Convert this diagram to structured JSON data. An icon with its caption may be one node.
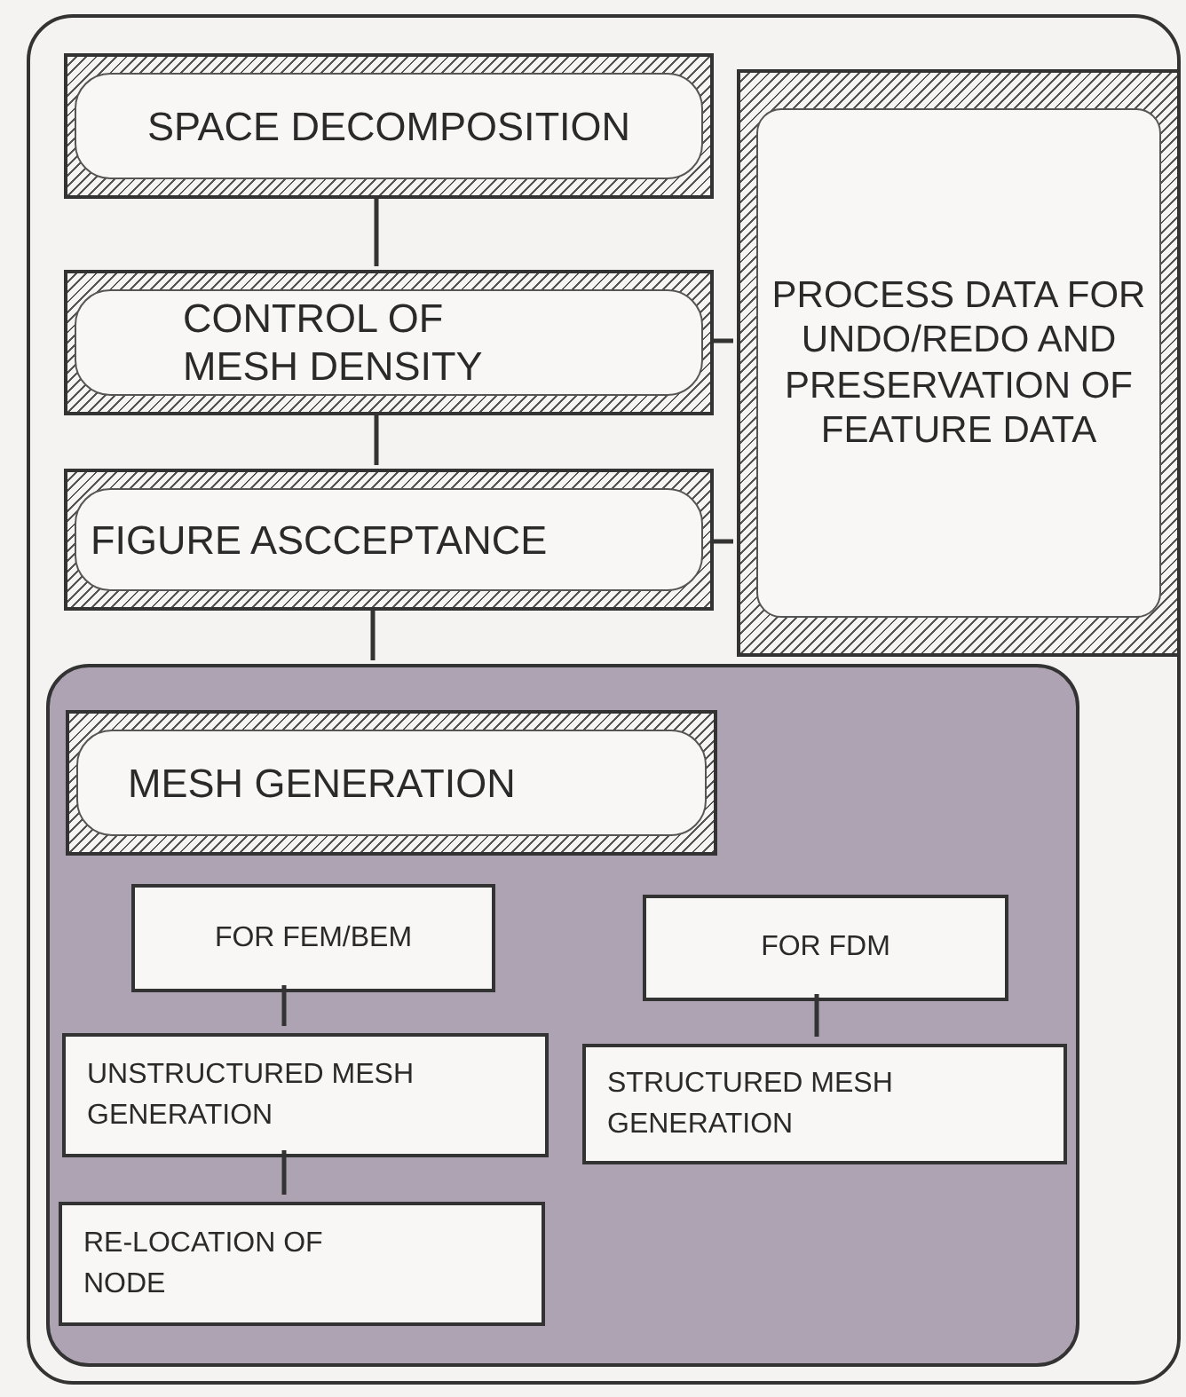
{
  "diagram": {
    "nodes": [
      {
        "text": [],
        "shape": "box"
      },
      {
        "text": [
          "SPACE DECOMPOSITION"
        ],
        "in": 0
      },
      {
        "text": [
          "CONTROL OF MESH DENSITY"
        ],
        "in": 0
      },
      {
        "text": [
          "FIGURE ASCCEPTANCE"
        ],
        "in": 0
      },
      {
        "text": [
          "PROCESS DATA FOR UNDO/REDO AND PRESERVATION OF FEATURE DATA"
        ],
        "in": 0
      },
      {
        "text": [],
        "shape": "box",
        "in": 0
      },
      {
        "text": [
          "MESH GENERATION"
        ],
        "in": 5
      },
      {
        "text": [
          "FOR FEM/BEM"
        ],
        "in": 5
      },
      {
        "text": [
          "FOR FDM"
        ],
        "in": 5
      },
      {
        "text": [
          "UNSTRUCTURED MESH GENERATION"
        ],
        "in": 5
      },
      {
        "text": [
          "STRUCTURED MESH GENERATION"
        ],
        "in": 5
      },
      {
        "text": [
          "RE-LOCATION OF NODE"
        ],
        "in": 5
      }
    ],
    "edges": [
      {
        "from": 1,
        "to": 2,
        "arrow": "none"
      },
      {
        "from": 2,
        "to": 3,
        "arrow": "none"
      },
      {
        "from": 3,
        "to": 5,
        "arrow": "none"
      },
      {
        "from": 2,
        "to": 4,
        "arrow": "none"
      },
      {
        "from": 3,
        "to": 4,
        "arrow": "none"
      },
      {
        "from": 7,
        "to": 9,
        "arrow": "none"
      },
      {
        "from": 9,
        "to": 11,
        "arrow": "none"
      },
      {
        "from": 8,
        "to": 10,
        "arrow": "none"
      }
    ]
  }
}
